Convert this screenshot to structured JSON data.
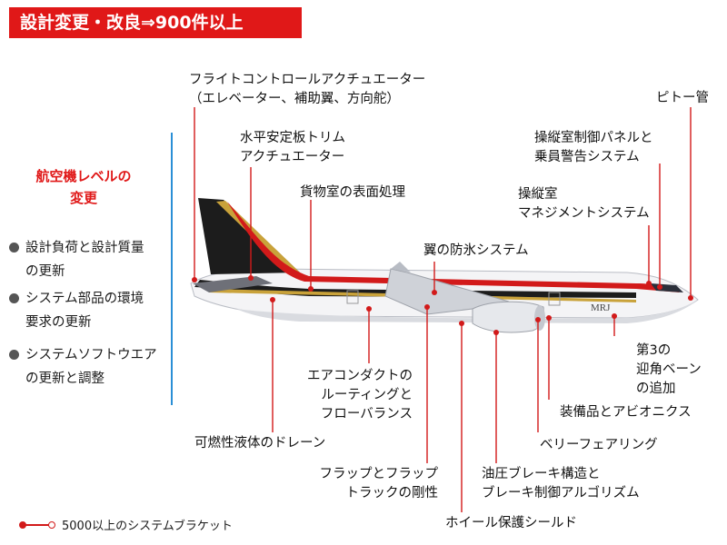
{
  "header": {
    "title": "設計変更・改良⇒900件以上"
  },
  "sidebar": {
    "title_line1": "航空機レベルの",
    "title_line2": "変更",
    "bullets": [
      {
        "line1": "設計負荷と設計質量",
        "line2": "の更新"
      },
      {
        "line1": "システム部品の環境",
        "line2": "要求の更新"
      },
      {
        "line1": "システムソフトウエア",
        "line2": "の更新と調整"
      }
    ]
  },
  "aircraft": {
    "fuselage_mark": "MRJ"
  },
  "labels": {
    "flight_control_1": "フライトコントロールアクチュエーター",
    "flight_control_2": "（エレベーター、補助翼、方向舵）",
    "pitot": "ピトー管",
    "stabilizer_1": "水平安定板トリム",
    "stabilizer_2": "アクチュエーター",
    "cockpit_panel_1": "操縦室制御パネルと",
    "cockpit_panel_2": "乗員警告システム",
    "cargo": "貨物室の表面処理",
    "cockpit_mgmt_1": "操縦室",
    "cockpit_mgmt_2": "マネジメントシステム",
    "anti_ice": "翼の防氷システム",
    "aoa_1": "第3の",
    "aoa_2": "迎角ベーンの追加",
    "duct_1": "エアコンダクトの",
    "duct_2": "ルーティングと",
    "duct_3": "フローバランス",
    "avionics": "装備品とアビオニクス",
    "drain": "可燃性液体のドレーン",
    "belly": "ベリーフェアリング",
    "flap_1": "フラップとフラップ",
    "flap_2": "トラックの剛性",
    "hydraulic_1": "油圧ブレーキ構造と",
    "hydraulic_2": "ブレーキ制御アルゴリズム",
    "wheel": "ホイール保護シールド"
  },
  "legend": {
    "text": "5000以上のシステムブラケット"
  },
  "colors": {
    "accent": "#e01818",
    "divider": "#2a8fd6",
    "tail_black": "#1c1c1c",
    "gold": "#c9a23a"
  }
}
